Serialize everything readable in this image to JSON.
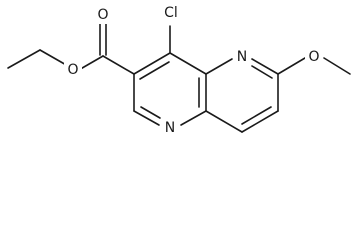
{
  "molecule": {
    "atoms": {
      "carbonyl_oxygen": "O",
      "ester_oxygen": "O",
      "chlorine": "Cl",
      "ring_nitrogen_top": "N",
      "ring_nitrogen_bottom": "N",
      "methoxy_oxygen": "O"
    }
  }
}
